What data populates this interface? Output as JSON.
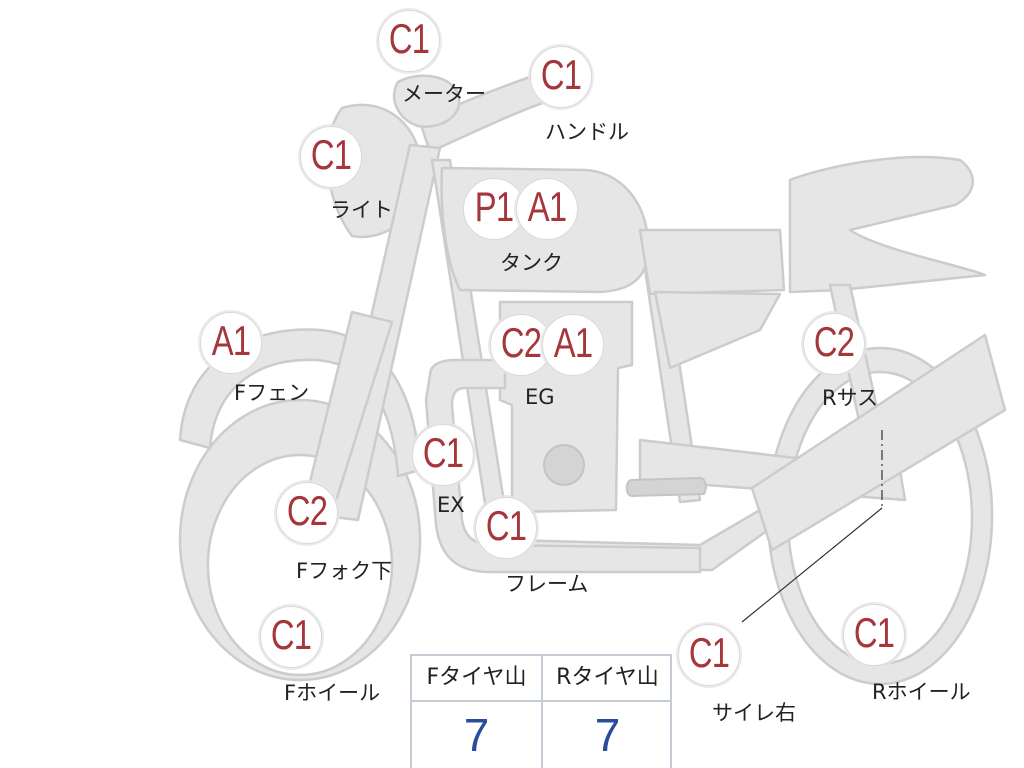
{
  "colors": {
    "part_fill": "#e6e6e6",
    "part_stroke": "#cccccc",
    "grade_text": "#a4363c",
    "value_text": "#2b4c9c"
  },
  "parts": {
    "meter": {
      "grade": "C1",
      "label": "メーター"
    },
    "handle": {
      "grade": "C1",
      "label": "ハンドル"
    },
    "light": {
      "grade": "C1",
      "label": "ライト"
    },
    "tank": {
      "grades": [
        "P1",
        "A1"
      ],
      "label": "タンク"
    },
    "front_fender": {
      "grade": "A1",
      "label": "Fフェン"
    },
    "engine": {
      "grades": [
        "C2",
        "A1"
      ],
      "label": "EG"
    },
    "rear_suspension": {
      "grade": "C2",
      "label": "Rサス"
    },
    "exhaust": {
      "grade": "C1",
      "label": "EX"
    },
    "front_fork_lower": {
      "grade": "C2",
      "label": "Fフォク下"
    },
    "frame": {
      "grade": "C1",
      "label": "フレーム"
    },
    "front_wheel": {
      "grade": "C1",
      "label": "Fホイール"
    },
    "silencer_right": {
      "grade": "C1",
      "label": "サイレ右"
    },
    "rear_wheel": {
      "grade": "C1",
      "label": "Rホイール"
    }
  },
  "tire_table": {
    "front_header": "Fタイヤ山",
    "rear_header": "Rタイヤ山",
    "front_value": "7",
    "rear_value": "7"
  }
}
